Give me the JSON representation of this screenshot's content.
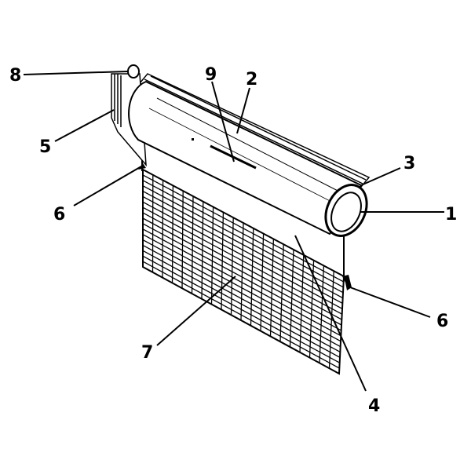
{
  "figure": {
    "callouts": [
      {
        "id": "1",
        "text": "1",
        "part": "tube-end-opening"
      },
      {
        "id": "2",
        "text": "2",
        "part": "tube-top-edge"
      },
      {
        "id": "3",
        "text": "3",
        "part": "tube-end-rim"
      },
      {
        "id": "4",
        "text": "4",
        "part": "tube-body"
      },
      {
        "id": "5",
        "text": "5",
        "part": "end-bracket"
      },
      {
        "id": "6a",
        "text": "6",
        "part": "left-hook"
      },
      {
        "id": "6b",
        "text": "6",
        "part": "right-hook"
      },
      {
        "id": "7",
        "text": "7",
        "part": "mesh-screen"
      },
      {
        "id": "8",
        "text": "8",
        "part": "pull-knob"
      },
      {
        "id": "9",
        "text": "9",
        "part": "slot"
      }
    ],
    "mesh": {
      "columns": 20,
      "rows": 18
    }
  }
}
